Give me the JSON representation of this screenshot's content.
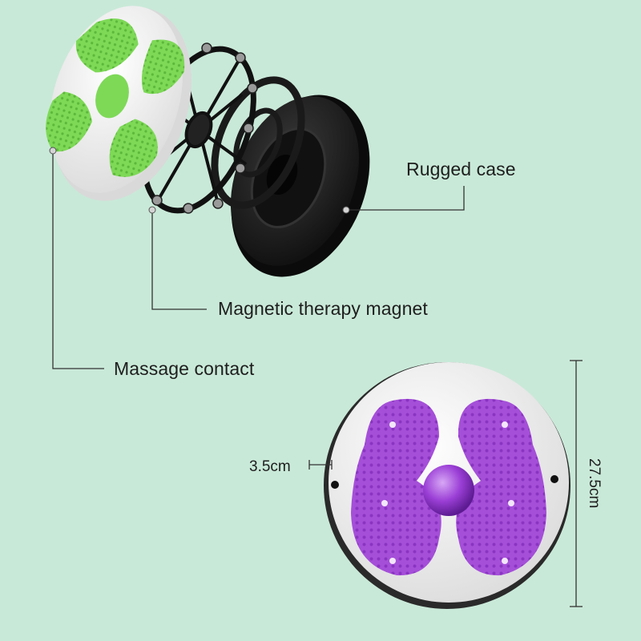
{
  "callouts": {
    "rugged_case": "Rugged case",
    "magnet": "Magnetic therapy magnet",
    "massage_contact": "Massage contact"
  },
  "dimensions": {
    "thickness": "3.5cm",
    "diameter": "27.5cm"
  },
  "colors": {
    "background": "#c9e9d8",
    "green_pad": "#7ed957",
    "purple_pad": "#a54fd9",
    "case_black": "#1c1c1c",
    "disc_white": "#f6f6f6"
  }
}
